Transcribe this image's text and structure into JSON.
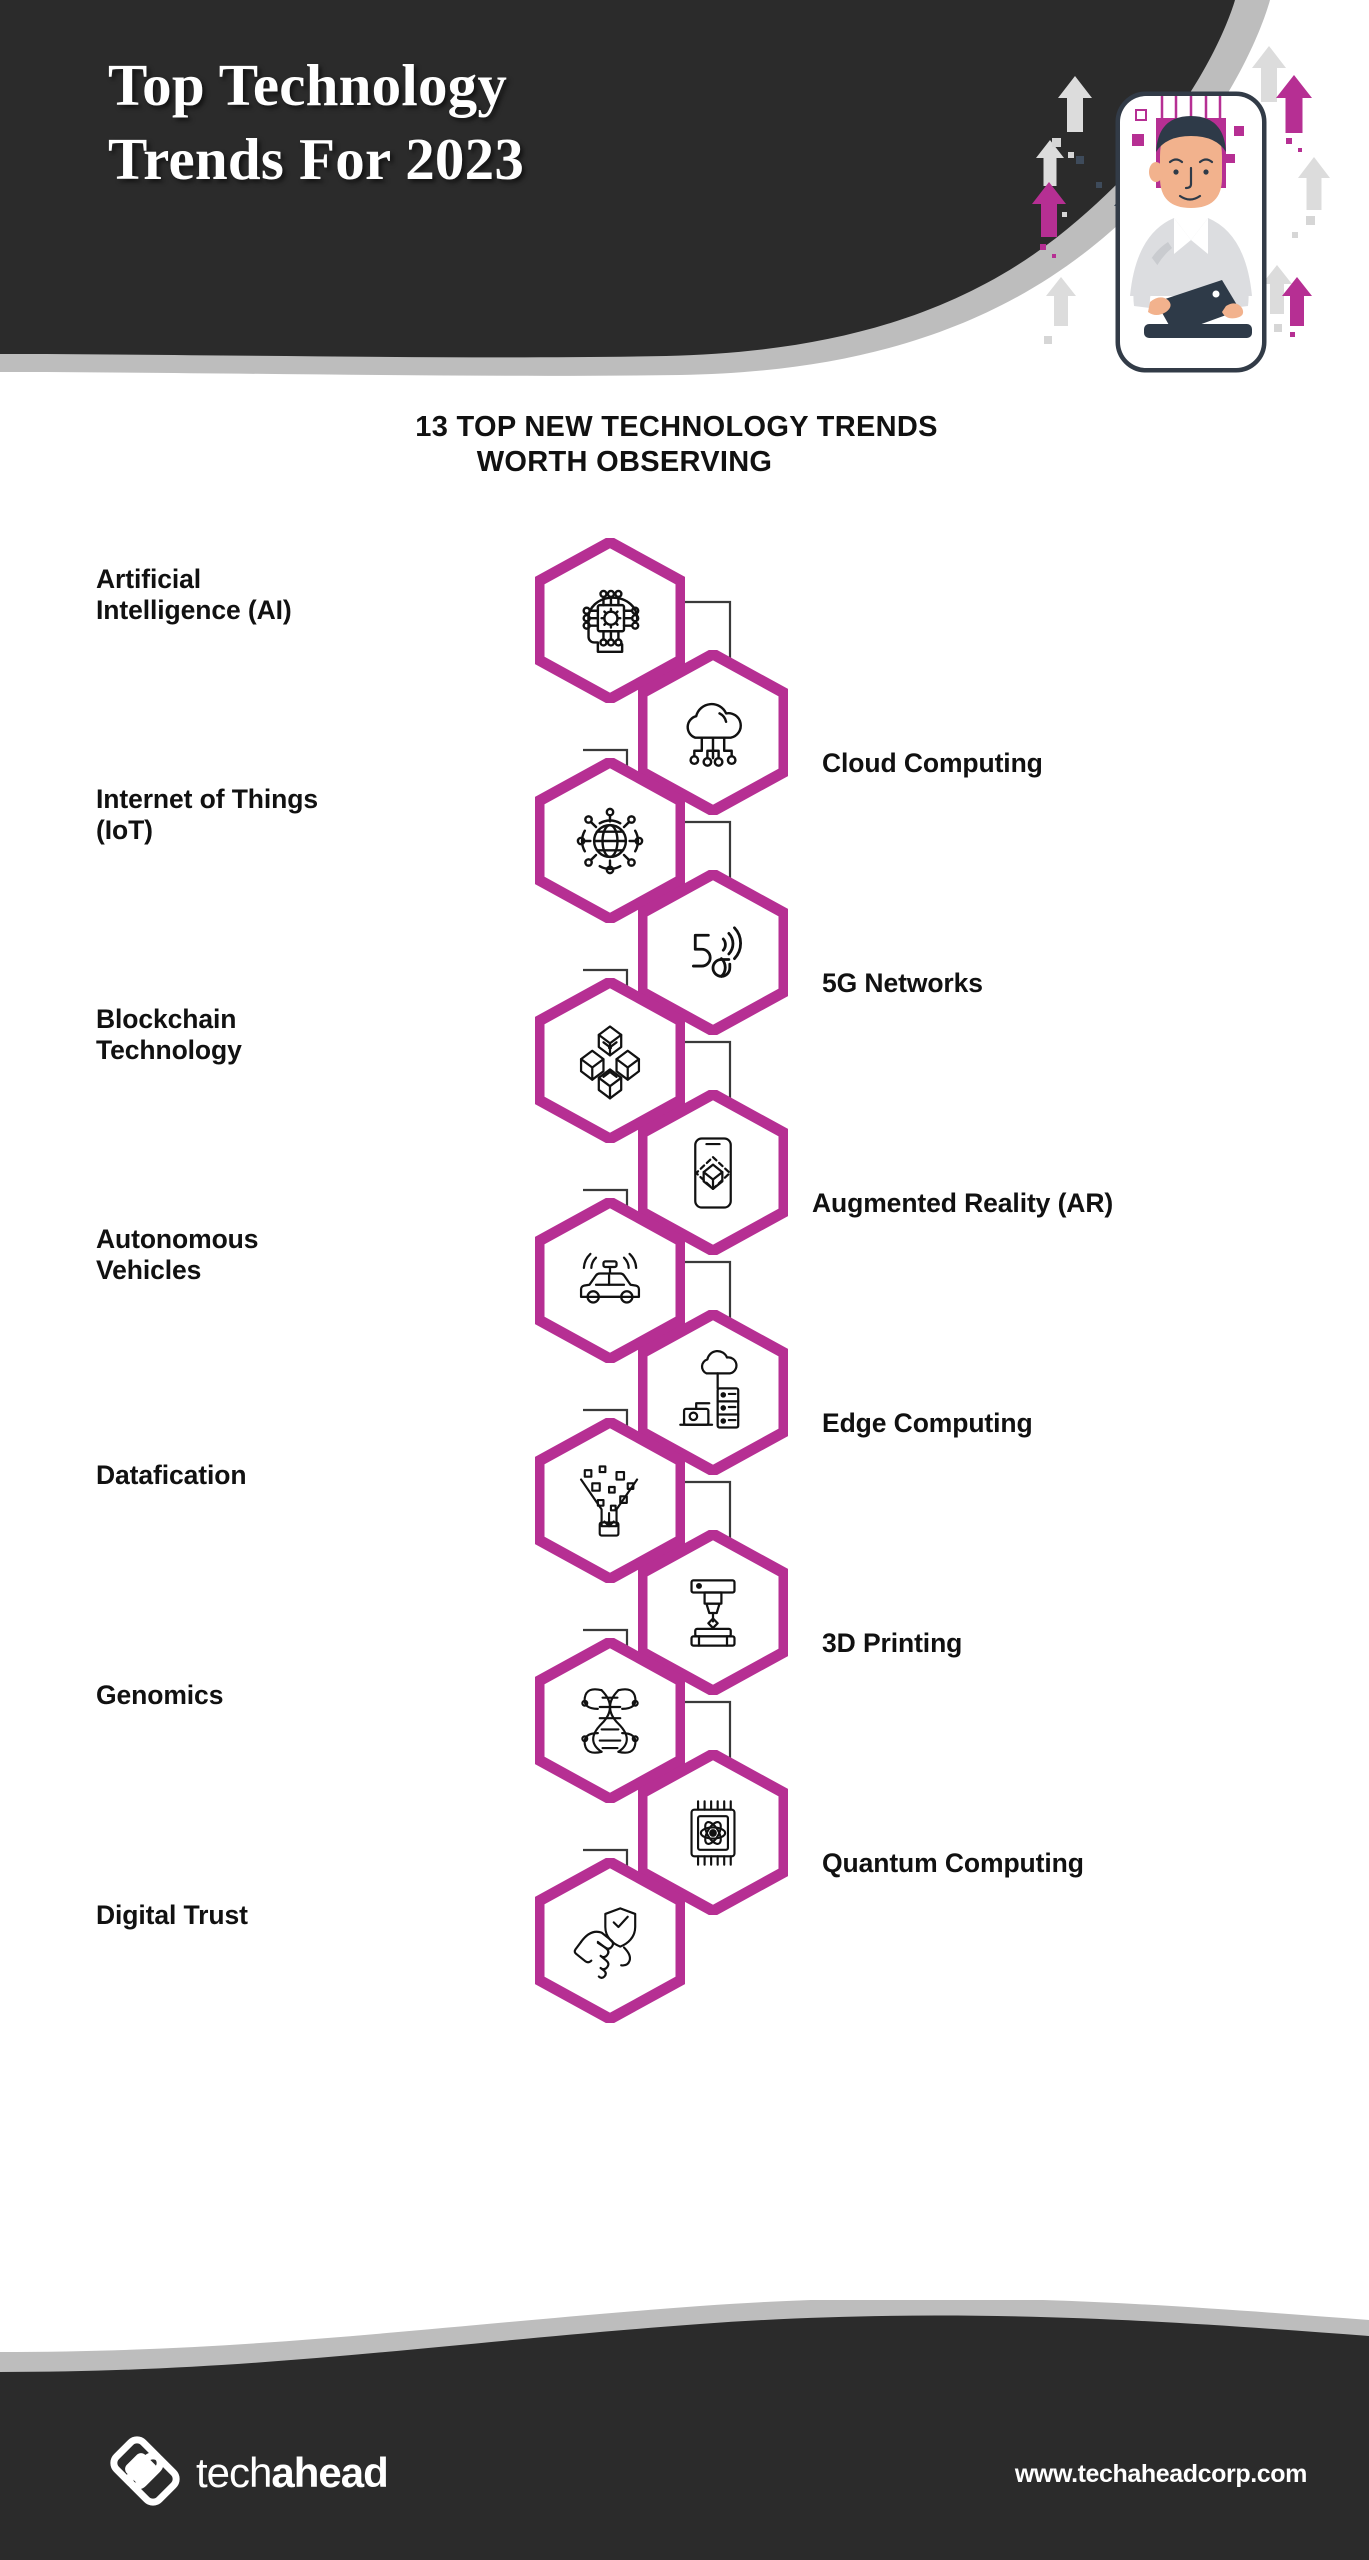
{
  "header": {
    "title_line1": "Top Technology",
    "title_line2": "Trends For 2023",
    "illustration_name": "man-with-tablet-growth-arrows-illustration"
  },
  "section": {
    "heading_line1": "13 TOP NEW TECHNOLOGY TRENDS",
    "heading_line2": "WORTH OBSERVING"
  },
  "colors": {
    "magenta": "#B62F93",
    "dark": "#2B2B2B",
    "grey_accent": "#BDBDBD",
    "line": "#3A3A3A",
    "text": "#111111",
    "white": "#FFFFFF"
  },
  "trends": [
    {
      "label": "Artificial\nIntelligence (AI)",
      "side": "left",
      "icon": "ai-chip-head-icon"
    },
    {
      "label": "Cloud Computing",
      "side": "right",
      "icon": "cloud-computing-icon"
    },
    {
      "label": "Internet of Things\n(IoT)",
      "side": "left",
      "icon": "iot-globe-gear-icon"
    },
    {
      "label": "5G Networks",
      "side": "right",
      "icon": "5g-signal-icon"
    },
    {
      "label": "Blockchain\nTechnology",
      "side": "left",
      "icon": "blockchain-blocks-icon"
    },
    {
      "label": "Augmented Reality (AR)",
      "side": "right",
      "icon": "augmented-reality-phone-icon"
    },
    {
      "label": "Autonomous\nVehicles",
      "side": "left",
      "icon": "autonomous-car-icon"
    },
    {
      "label": "Edge Computing",
      "side": "right",
      "icon": "edge-computing-server-icon"
    },
    {
      "label": "Datafication",
      "side": "left",
      "icon": "datafication-funnel-icon"
    },
    {
      "label": "3D Printing",
      "side": "right",
      "icon": "3d-printer-icon"
    },
    {
      "label": "Genomics",
      "side": "left",
      "icon": "dna-genomics-icon"
    },
    {
      "label": "Quantum Computing",
      "side": "right",
      "icon": "quantum-chip-icon"
    },
    {
      "label": "Digital Trust",
      "side": "left",
      "icon": "digital-trust-handshake-icon"
    }
  ],
  "footer": {
    "logo_name": "techahead-diamond-logo",
    "wordmark_light": "tech",
    "wordmark_bold": "ahead",
    "url": "www.techaheadcorp.com"
  }
}
